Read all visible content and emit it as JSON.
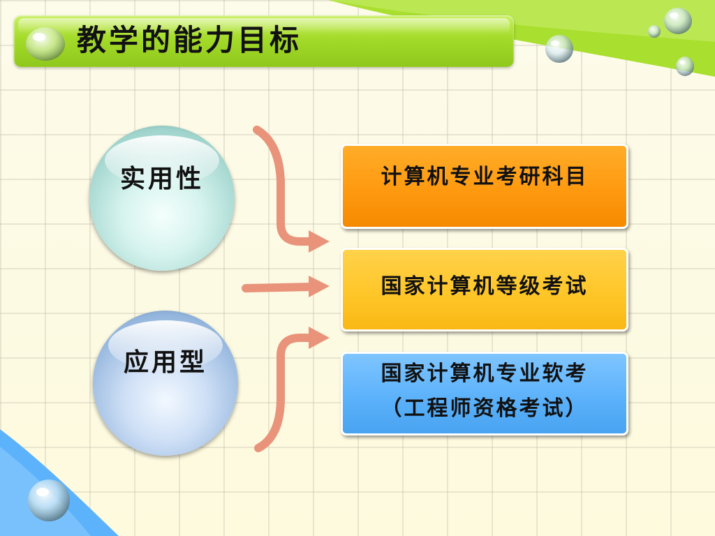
{
  "title": "教学的能力目标",
  "spheres": {
    "practical": "实用性",
    "applied": "应用型"
  },
  "boxes": {
    "postgrad": "计算机专业考研科目",
    "ncre": "国家计算机等级考试",
    "ruankao_line1": "国家计算机专业软考",
    "ruankao_line2": "（工程师资格考试）"
  },
  "colors": {
    "title_bar": "#a4db2a",
    "box_postgrad": "#ff9a10",
    "box_ncre": "#ffc629",
    "box_ruankao": "#5cb2fb",
    "arrow": "#e8937a",
    "corner_green": "#a9df2e",
    "corner_blue": "#5cb2fb"
  },
  "icons": [
    "water-drop-icon"
  ]
}
